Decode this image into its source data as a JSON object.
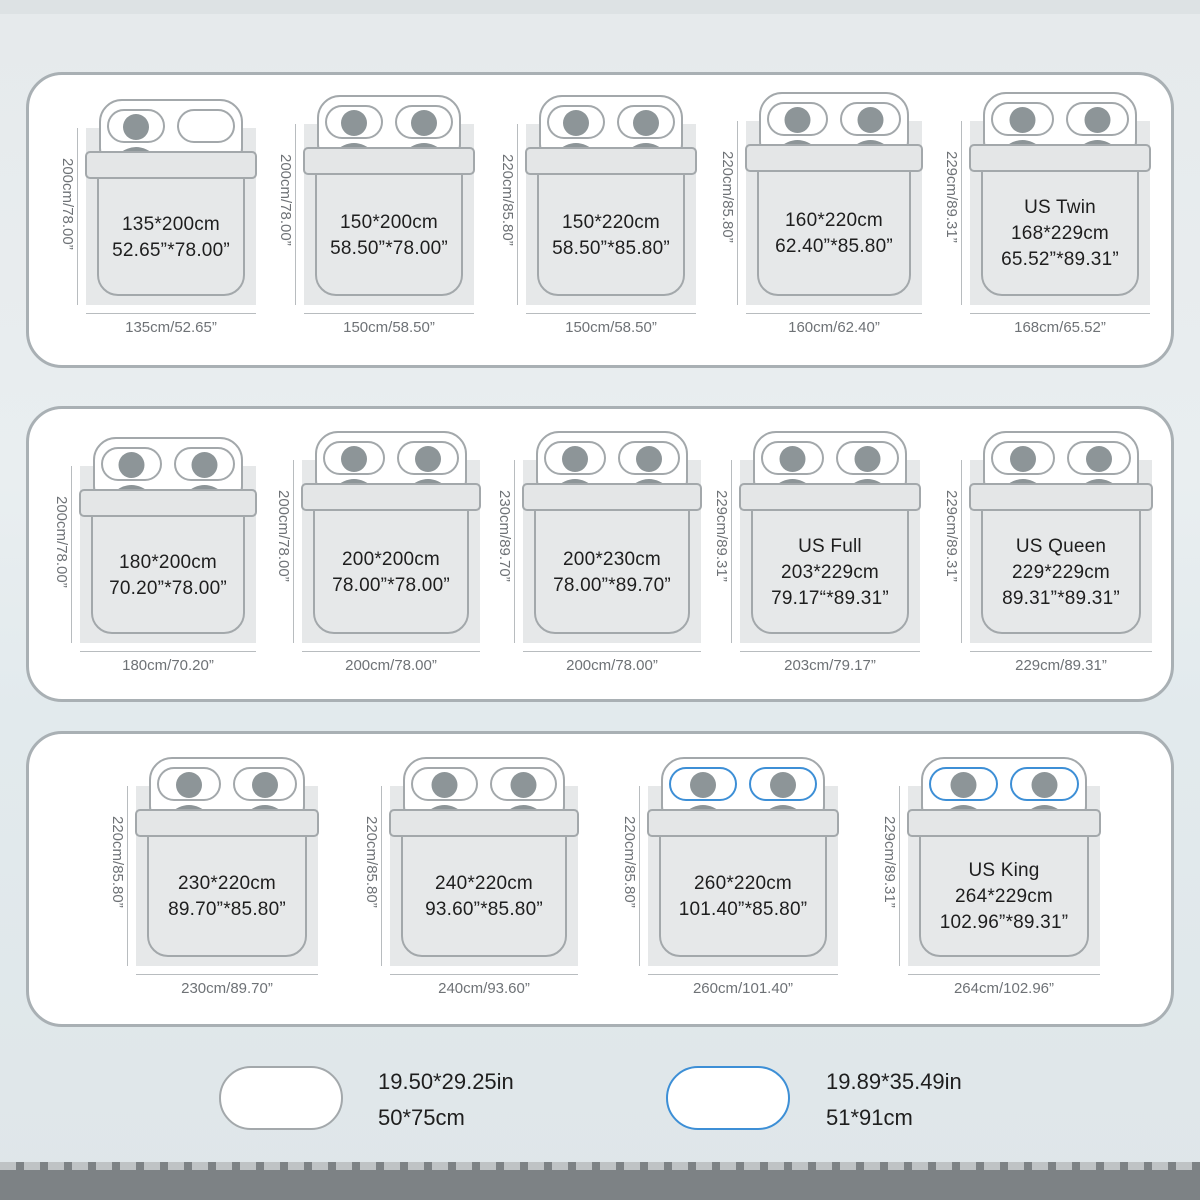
{
  "colors": {
    "panel_border": "#a9b0b4",
    "pillow_plain_border": "#a3a8ab",
    "pillow_blue_border": "#3d8fd6",
    "bed_fill": "#e6e8e9",
    "bed_outline": "#a3a8ab",
    "person": "#8d9598"
  },
  "rows": [
    {
      "beds": [
        {
          "size": "135*200cm",
          "inch": "52.65”*78.00”",
          "width_label": "135cm/52.65”",
          "length_label": "200cm/78.00”",
          "pillows": "one"
        },
        {
          "size": "150*200cm",
          "inch": "58.50”*78.00”",
          "width_label": "150cm/58.50”",
          "length_label": "200cm/78.00”",
          "pillows": "plain"
        },
        {
          "size": "150*220cm",
          "inch": "58.50”*85.80”",
          "width_label": "150cm/58.50”",
          "length_label": "220cm/85.80”",
          "pillows": "plain"
        },
        {
          "size": "160*220cm",
          "inch": "62.40”*85.80”",
          "width_label": "160cm/62.40”",
          "length_label": "220cm/85.80”",
          "pillows": "plain"
        },
        {
          "name": "US Twin",
          "size": "168*229cm",
          "inch": "65.52”*89.31”",
          "width_label": "168cm/65.52”",
          "length_label": "229cm/89.31”",
          "pillows": "plain"
        }
      ]
    },
    {
      "beds": [
        {
          "size": "180*200cm",
          "inch": "70.20”*78.00”",
          "width_label": "180cm/70.20”",
          "length_label": "200cm/78.00”",
          "pillows": "plain"
        },
        {
          "size": "200*200cm",
          "inch": "78.00”*78.00”",
          "width_label": "200cm/78.00”",
          "length_label": "200cm/78.00”",
          "pillows": "plain"
        },
        {
          "size": "200*230cm",
          "inch": "78.00”*89.70”",
          "width_label": "200cm/78.00”",
          "length_label": "230cm/89.70”",
          "pillows": "plain"
        },
        {
          "name": "US Full",
          "size": "203*229cm",
          "inch": "79.17“*89.31”",
          "width_label": "203cm/79.17”",
          "length_label": "229cm/89.31”",
          "pillows": "plain"
        },
        {
          "name": "US Queen",
          "size": "229*229cm",
          "inch": "89.31”*89.31”",
          "width_label": "229cm/89.31”",
          "length_label": "229cm/89.31”",
          "pillows": "plain"
        }
      ]
    },
    {
      "beds": [
        {
          "size": "230*220cm",
          "inch": "89.70”*85.80”",
          "width_label": "230cm/89.70”",
          "length_label": "220cm/85.80”",
          "pillows": "plain"
        },
        {
          "size": "240*220cm",
          "inch": "93.60”*85.80”",
          "width_label": "240cm/93.60”",
          "length_label": "220cm/85.80”",
          "pillows": "plain"
        },
        {
          "size": "260*220cm",
          "inch": "101.40”*85.80”",
          "width_label": "260cm/101.40”",
          "length_label": "220cm/85.80”",
          "pillows": "blue"
        },
        {
          "name": "US King",
          "size": "264*229cm",
          "inch": "102.96”*89.31”",
          "width_label": "264cm/102.96”",
          "length_label": "229cm/89.31”",
          "pillows": "blue"
        }
      ]
    }
  ],
  "pillow_legend": [
    {
      "in": "19.50*29.25in",
      "cm": "50*75cm",
      "style": "plain"
    },
    {
      "in": "19.89*35.49in",
      "cm": "51*91cm",
      "style": "blue"
    }
  ]
}
